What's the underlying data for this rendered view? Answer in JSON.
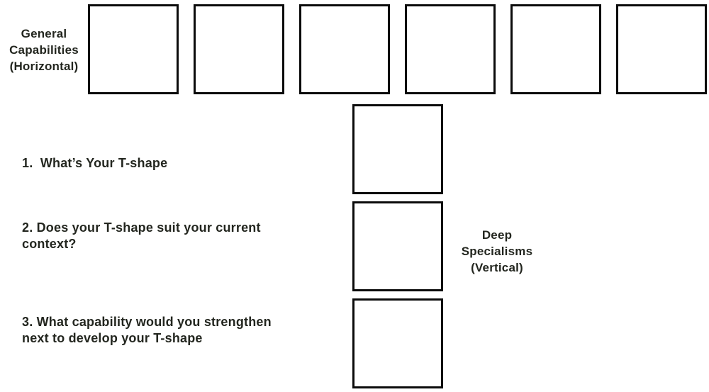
{
  "page": {
    "background": "#ffffff"
  },
  "diagram": {
    "axis_labels": {
      "horizontal": "General\nCapabilities\n(Horizontal)",
      "vertical": "Deep\nSpecialisms\n(Vertical)"
    },
    "horizontal_box_count": 6,
    "vertical_box_count": 3,
    "box_fill": "#ffffff",
    "box_border_color": "#0b0b0b"
  },
  "questions": [
    "1.  What’s Your T-shape",
    "2. Does your T-shape suit your current\ncontext?",
    "3. What capability would you strengthen\nnext to develop your T-shape"
  ],
  "colors": {
    "text": "#23261f"
  }
}
